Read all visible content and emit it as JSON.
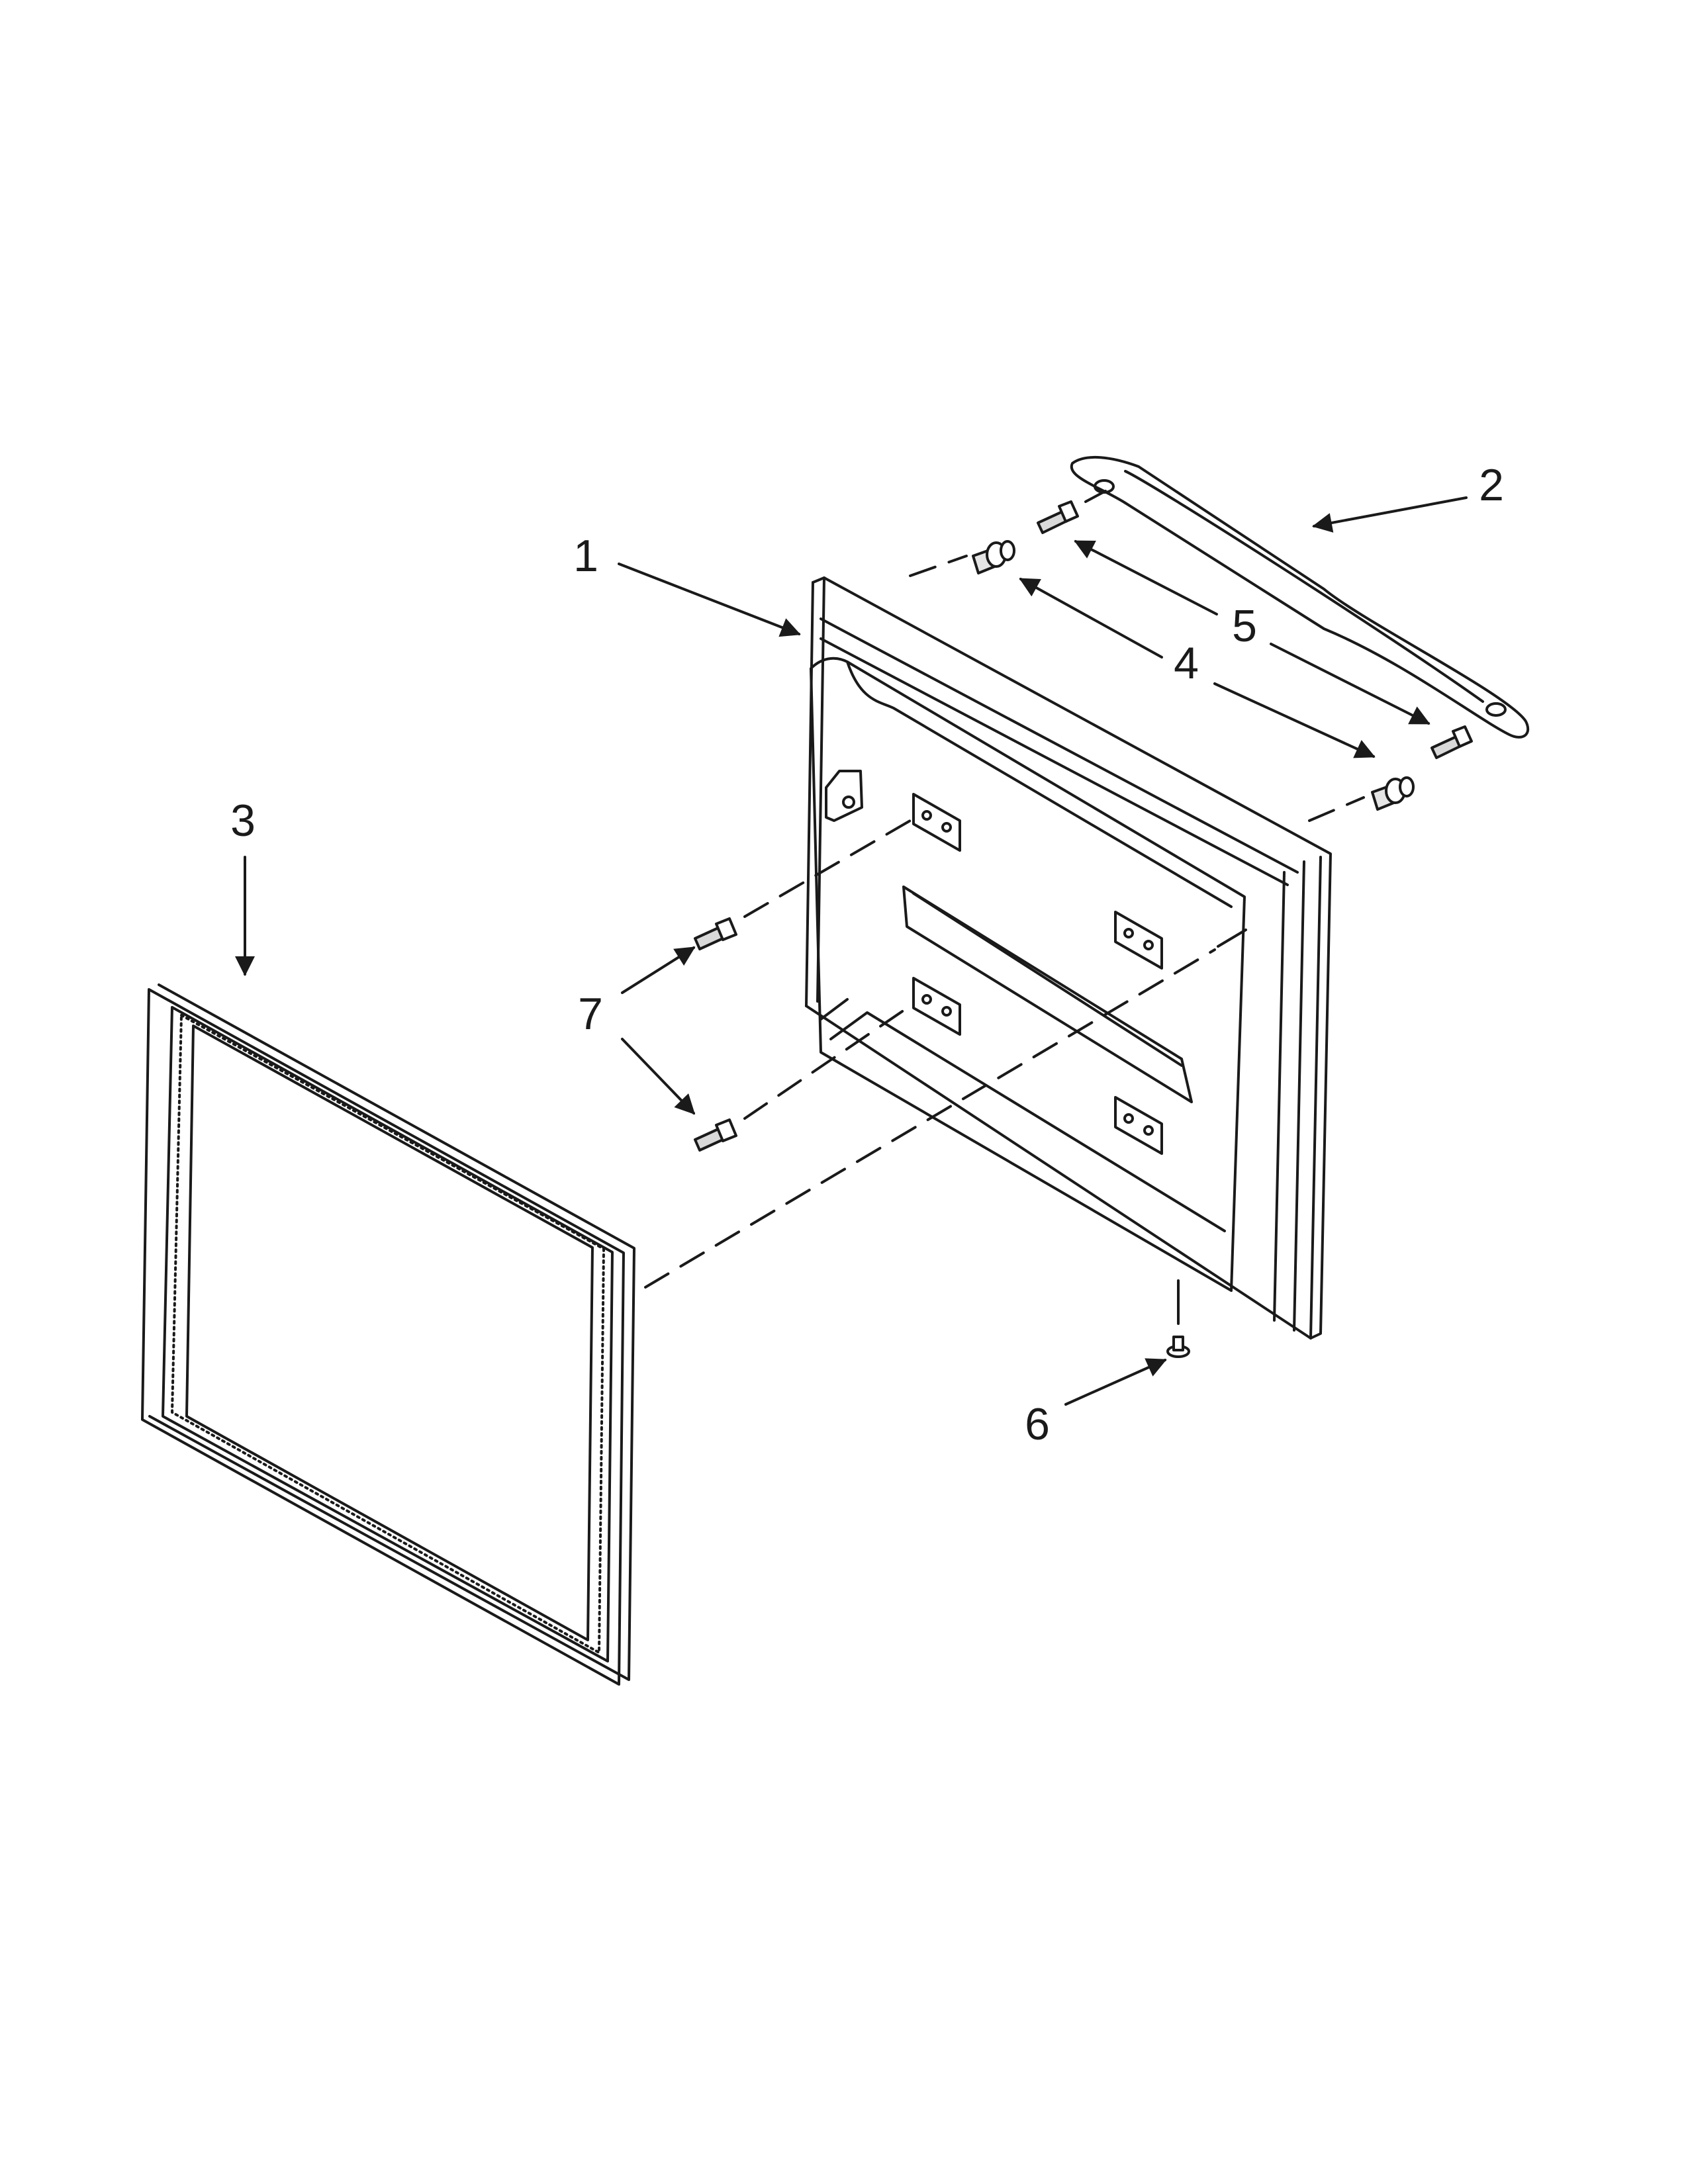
{
  "callouts": {
    "c1": "1",
    "c2": "2",
    "c3": "3",
    "c4": "4",
    "c5": "5",
    "c6": "6",
    "c7": "7"
  },
  "colors": {
    "line": "#1a1a1a",
    "background": "#ffffff",
    "screw_fill": "#d9d9d9"
  }
}
